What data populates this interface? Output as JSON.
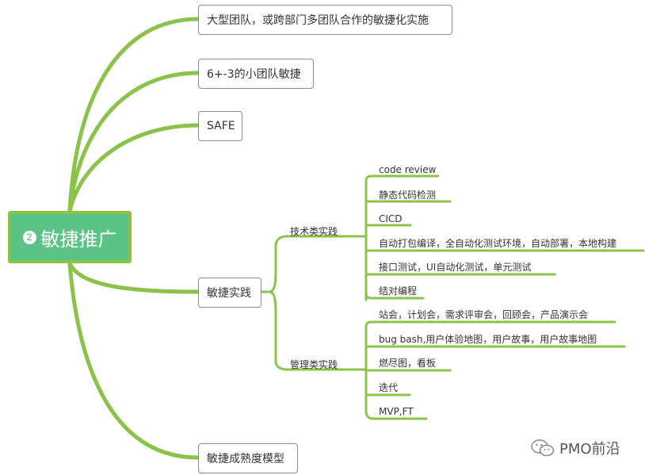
{
  "central": {
    "number": "2",
    "title": "敏捷推广"
  },
  "branches": [
    {
      "label": "大型团队，或跨部门多团队合作的敏捷化实施"
    },
    {
      "label": "6+-3的小团队敏捷"
    },
    {
      "label": "SAFE"
    },
    {
      "label": "敏捷实践"
    },
    {
      "label": "敏捷成熟度模型"
    }
  ],
  "practice_groups": [
    {
      "label": "技术类实践",
      "items": [
        "code review",
        "静态代码检测",
        "CICD",
        "自动打包编译，全自动化测试环境，自动部署，本地构建",
        "接口测试，UI自动化测试，单元测试",
        "结对编程"
      ]
    },
    {
      "label": "管理类实践",
      "items": [
        "站会，计划会，需求评审会，回顾会，产品演示会",
        "bug bash,用户体验地图，用户故事，用户故事地图",
        "燃尽图，看板",
        "迭代",
        "MVP,FT"
      ]
    }
  ],
  "watermark": {
    "text": "PMO前沿",
    "icon": "wechat-icon"
  },
  "colors": {
    "line": "#8bc34a",
    "central_fill": "#5cc387",
    "central_border": "#8bc34a"
  }
}
